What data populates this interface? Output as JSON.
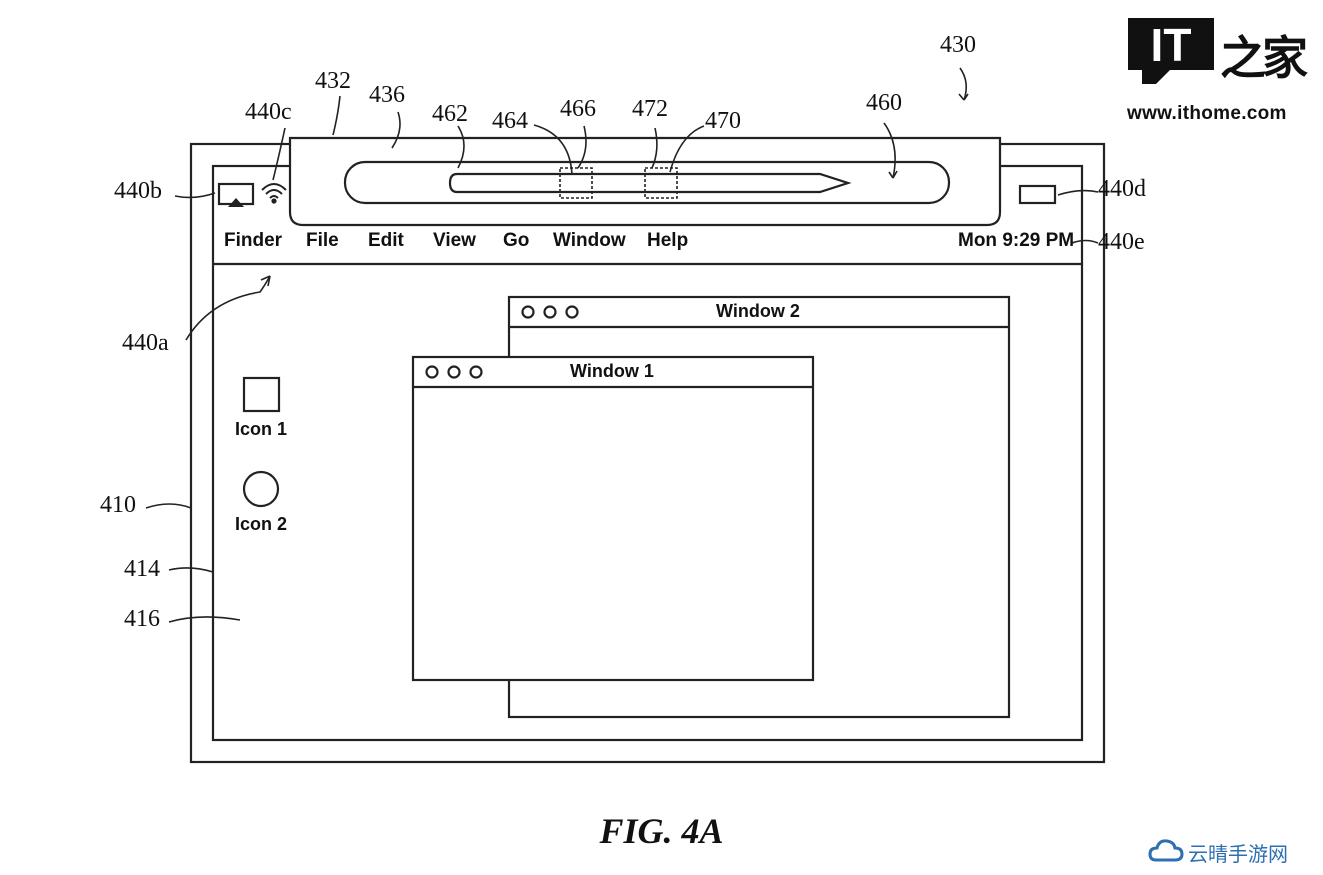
{
  "figure": {
    "caption": "FIG. 4A"
  },
  "reference_numerals": {
    "device": "430",
    "bezel_outer": "410",
    "display": "414",
    "desktop_area": "416",
    "tool_palette": "432",
    "palette_panel": "436",
    "pencil_indicator": "460",
    "pencil_body": "462",
    "marker_464": "464",
    "marker_466": "466",
    "marker_472": "472",
    "marker_470": "470",
    "menu_bar": "440a",
    "airplay": "440b",
    "wifi": "440c",
    "battery": "440d",
    "clock": "440e"
  },
  "menu_bar": {
    "items": [
      "Finder",
      "File",
      "Edit",
      "View",
      "Go",
      "Window",
      "Help"
    ],
    "clock": "Mon 9:29 PM"
  },
  "windows": {
    "window_1_title": "Window 1",
    "window_2_title": "Window 2"
  },
  "desktop_icons": {
    "icon_1_label": "Icon 1",
    "icon_2_label": "Icon 2"
  },
  "watermarks": {
    "brand_letters": "IT",
    "brand_cn": "之家",
    "brand_url": "www.ithome.com",
    "corner_mark": "云晴手游网"
  }
}
